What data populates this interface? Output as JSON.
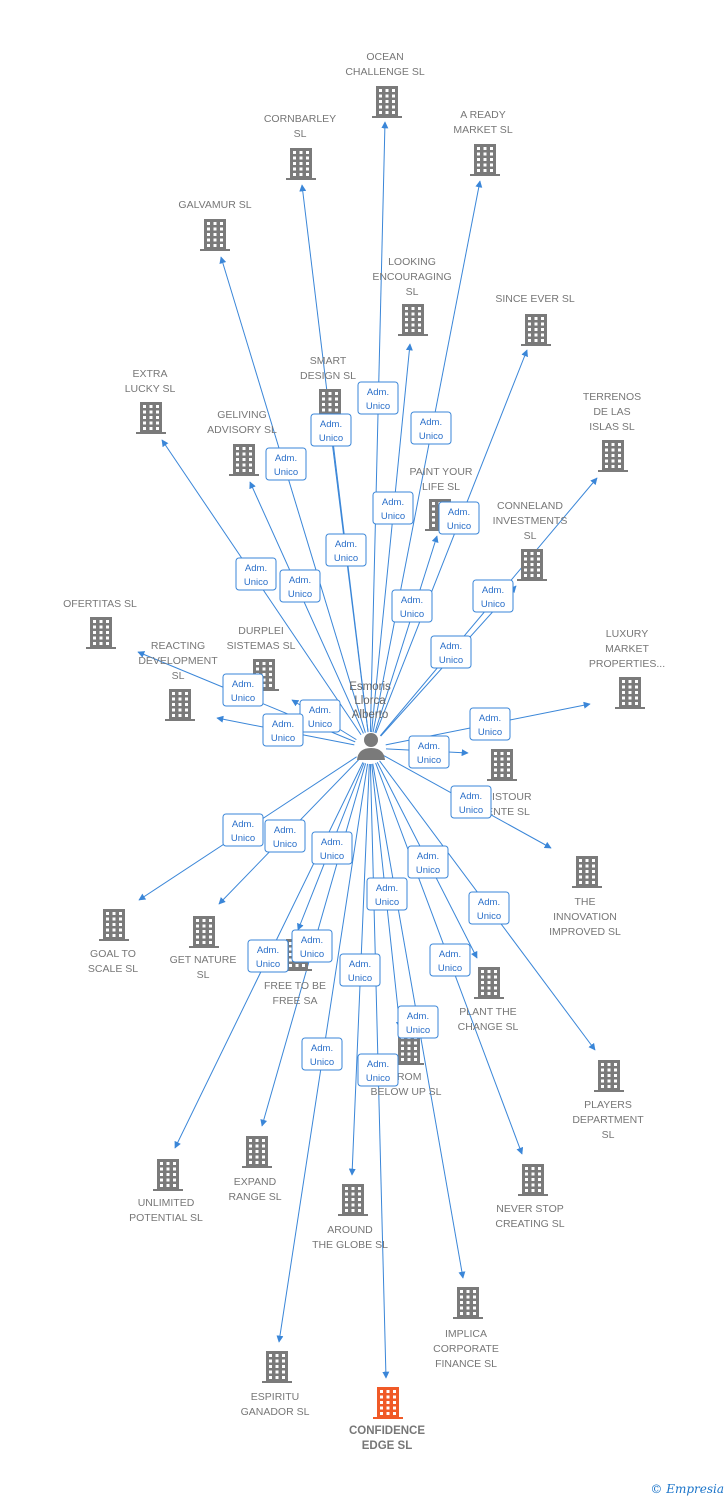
{
  "center_person": {
    "label_lines": [
      "Esmoris",
      "Llorca",
      "Alberto"
    ],
    "icon": "person-icon"
  },
  "relation_label": [
    "Adm.",
    "Unico"
  ],
  "colors": {
    "edge": "#3a86d8",
    "building": "#7a7a7a",
    "highlight": "#f05a28",
    "label_border": "#3a86d8"
  },
  "companies": [
    {
      "id": "ocean-challenge",
      "lines": [
        "OCEAN",
        "CHALLENGE SL"
      ]
    },
    {
      "id": "cornbarley",
      "lines": [
        "CORNBARLEY",
        "SL"
      ]
    },
    {
      "id": "a-ready-market",
      "lines": [
        "A READY",
        "MARKET SL"
      ]
    },
    {
      "id": "galvamur",
      "lines": [
        "GALVAMUR SL"
      ]
    },
    {
      "id": "looking-encouraging",
      "lines": [
        "LOOKING",
        "ENCOURAGING",
        "SL"
      ]
    },
    {
      "id": "since-ever",
      "lines": [
        "SINCE EVER SL"
      ]
    },
    {
      "id": "smart-design",
      "lines": [
        "SMART",
        "DESIGN SL"
      ]
    },
    {
      "id": "extra-lucky",
      "lines": [
        "EXTRA",
        "LUCKY SL"
      ]
    },
    {
      "id": "geliving-advisory",
      "lines": [
        "GELIVING",
        "ADVISORY SL"
      ]
    },
    {
      "id": "terrenos-de-las-islas",
      "lines": [
        "TERRENOS",
        "DE LAS",
        "ISLAS SL"
      ]
    },
    {
      "id": "paint-your-life",
      "lines": [
        "PAINT YOUR",
        "LIFE SL"
      ]
    },
    {
      "id": "conneland-investments",
      "lines": [
        "CONNELAND",
        "INVESTMENTS",
        "SL"
      ]
    },
    {
      "id": "ofertitas",
      "lines": [
        "OFERTITAS SL"
      ]
    },
    {
      "id": "durplei-sistemas",
      "lines": [
        "DURPLEI",
        "SISTEMAS SL"
      ]
    },
    {
      "id": "reacting-development",
      "lines": [
        "REACTING",
        "DEVELOPMENT",
        "SL"
      ]
    },
    {
      "id": "luxury-market-properties",
      "lines": [
        "LUXURY",
        "MARKET",
        "PROPERTIES..."
      ]
    },
    {
      "id": "distour-ente",
      "lines": [
        "DISTOUR",
        "ENTE SL"
      ]
    },
    {
      "id": "the-innovation-improved",
      "lines": [
        "THE",
        "INNOVATION",
        "IMPROVED SL"
      ]
    },
    {
      "id": "goal-to-scale",
      "lines": [
        "GOAL TO",
        "SCALE SL"
      ]
    },
    {
      "id": "get-nature",
      "lines": [
        "GET NATURE",
        "SL"
      ]
    },
    {
      "id": "free-to-be-free",
      "lines": [
        "FREE TO BE",
        "FREE SA"
      ]
    },
    {
      "id": "plant-the-change",
      "lines": [
        "PLANT THE",
        "CHANGE SL"
      ]
    },
    {
      "id": "from-below-up",
      "lines": [
        "FROM",
        "BELOW UP SL"
      ]
    },
    {
      "id": "players-department",
      "lines": [
        "PLAYERS",
        "DEPARTMENT",
        "SL"
      ]
    },
    {
      "id": "unlimited-potential",
      "lines": [
        "UNLIMITED",
        "POTENTIAL SL"
      ]
    },
    {
      "id": "expand-range",
      "lines": [
        "EXPAND",
        "RANGE SL"
      ]
    },
    {
      "id": "around-the-globe",
      "lines": [
        "AROUND",
        "THE GLOBE SL"
      ]
    },
    {
      "id": "never-stop-creating",
      "lines": [
        "NEVER STOP",
        "CREATING SL"
      ]
    },
    {
      "id": "implica-corporate-finance",
      "lines": [
        "IMPLICA",
        "CORPORATE",
        "FINANCE SL"
      ]
    },
    {
      "id": "espiritu-ganador",
      "lines": [
        "ESPIRITU",
        "GANADOR SL"
      ]
    },
    {
      "id": "confidence-edge",
      "lines": [
        "CONFIDENCE",
        "EDGE SL"
      ],
      "highlight": true
    }
  ],
  "footer": {
    "copyright": "©",
    "brand": "Empresia"
  }
}
